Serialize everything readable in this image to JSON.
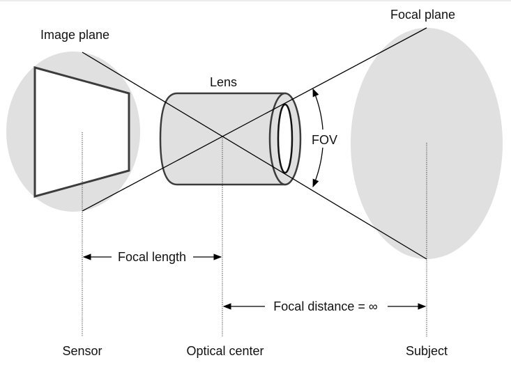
{
  "diagram": {
    "title": "Camera lens optics: focal length, FOV and focal distance",
    "labels": {
      "image_plane": "Image plane",
      "focal_plane": "Focal plane",
      "lens": "Lens",
      "fov": "FOV",
      "focal_length": "Focal length",
      "focal_distance": "Focal distance = ∞",
      "sensor": "Sensor",
      "optical_center": "Optical center",
      "subject": "Subject"
    },
    "colors": {
      "plane_fill": "#e0e0e0",
      "lens_fill": "#e0e0e0",
      "outline": "#3c3c3c",
      "line": "#000000",
      "background": "#ffffff"
    }
  }
}
